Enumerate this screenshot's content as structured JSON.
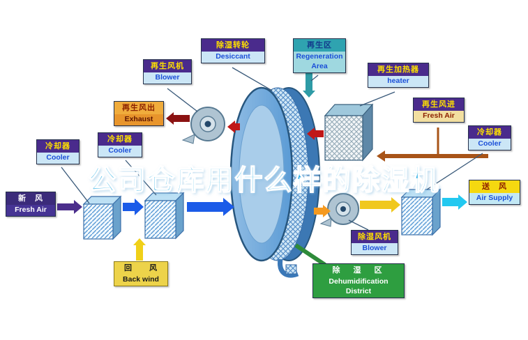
{
  "title_watermark": "公司仓库用什么样的除湿机",
  "labels": {
    "desiccant": {
      "zh": "除湿转轮",
      "en": "Desiccant"
    },
    "regeneration_area": {
      "zh": "再生区",
      "en": "Regeneration Area"
    },
    "regen_blower": {
      "zh": "再生风机",
      "en": "Blower"
    },
    "regen_heater": {
      "zh": "再生加热器",
      "en": "heater"
    },
    "exhaust": {
      "zh": "再生风出",
      "en": "Exhaust"
    },
    "cooler_left_outer": {
      "zh": "冷却器",
      "en": "Cooler"
    },
    "cooler_left_inner": {
      "zh": "冷却器",
      "en": "Cooler"
    },
    "regen_fresh_air": {
      "zh": "再生风进",
      "en": "Fresh Air"
    },
    "cooler_right": {
      "zh": "冷却器",
      "en": "Cooler"
    },
    "fresh_air": {
      "zh": "新　风",
      "en": "Fresh Air"
    },
    "back_wind": {
      "zh": "回　　风",
      "en": "Back wind"
    },
    "air_supply": {
      "zh": "送　风",
      "en": "Air Supply"
    },
    "dehumid_blower": {
      "zh": "除湿风机",
      "en": "Blower"
    },
    "dehumid_district": {
      "zh": "除　湿　区",
      "en": "Dehumidification District"
    }
  },
  "colors": {
    "watermark_text": "#29ace3",
    "arrow_blue": "#1b5be8",
    "arrow_purple": "#4b2e8c",
    "arrow_red": "#c01818",
    "arrow_dark_red": "#8b1212",
    "arrow_orange": "#f59a20",
    "arrow_yellow": "#f0c81e",
    "arrow_cyan": "#22c8f0",
    "arrow_brown": "#a85418",
    "arrow_teal": "#2e9ba6",
    "green_connector": "#2e8b3a",
    "label_purple_bg": "#4a2b8c",
    "label_yellow_text": "#ffe000"
  }
}
